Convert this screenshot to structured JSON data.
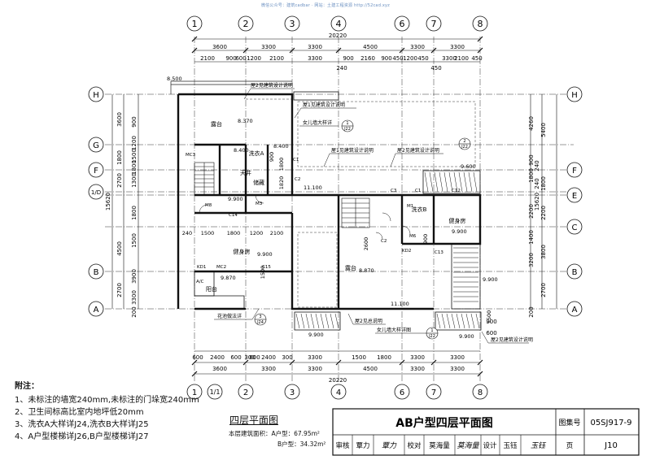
{
  "watermark": "微信公众号：建筑cadbar · 网站：土建工程资源 http://52cad.xyz",
  "axes": {
    "columns": [
      "1",
      "2",
      "3",
      "4",
      "6",
      "7",
      "8"
    ],
    "bottom_columns": [
      "1",
      "1/1",
      "2",
      "3",
      "4",
      "6",
      "7",
      "8"
    ],
    "rows": [
      "H",
      "G",
      "F",
      "1/D",
      "E",
      "C",
      "B",
      "A"
    ]
  },
  "dimensions": {
    "overall": "20220",
    "top_spans": [
      "3600",
      "3300",
      "3300",
      "4500",
      "3300",
      "3300"
    ],
    "top_detail": [
      "2100",
      "900",
      "600",
      "1200",
      "2100",
      "3300",
      "900",
      "2160",
      "900",
      "450",
      "1200",
      "450",
      "3300",
      "2100",
      "450"
    ],
    "top_small": [
      "240",
      "450"
    ],
    "bottom_detail": [
      "600",
      "2400",
      "600",
      "300",
      "600",
      "2400",
      "300",
      "3300",
      "1500",
      "1800",
      "3300",
      "3300"
    ],
    "bottom_spans": [
      "3600",
      "3300",
      "3300",
      "4500",
      "3300",
      "3300"
    ],
    "bottom_side": [
      "900",
      "600"
    ],
    "left_total": "15620",
    "left_spans": [
      "3600",
      "1800",
      "2700",
      "4500",
      "2700",
      "900",
      "1200",
      "1500",
      "1800",
      "1300",
      "1800",
      "1500",
      "3900",
      "3300",
      "200"
    ],
    "right_total": "15620",
    "right_spans": [
      "4260",
      "5400",
      "900",
      "1800",
      "240",
      "1800",
      "240",
      "2200",
      "2200",
      "1400",
      "3800",
      "2700",
      "3200",
      "200"
    ],
    "mid": [
      "240",
      "1500",
      "1800",
      "1200",
      "2100",
      "1800",
      "1820",
      "900",
      "2600",
      "900",
      "1500",
      "1500"
    ]
  },
  "rooms": {
    "terrace_top": "露台",
    "wash_a": "洗衣A",
    "patio": "天井",
    "storage": "储藏",
    "gym_a": "健身房",
    "balcony": "阳台",
    "terrace_mid": "露台",
    "wash_b": "洗衣B",
    "gym_b": "健身房"
  },
  "elevations": {
    "e1": "8.500",
    "e2": "8.370",
    "e3": "8.400",
    "e4": "8.400",
    "e5": "9.900",
    "e6": "9.900",
    "e7": "9.870",
    "e8": "11.100",
    "e9": "9.600",
    "e10": "9.900",
    "e11": "8.870",
    "e12": "9.900",
    "e13": "11.100",
    "e14": "9.900",
    "e15": "9.900"
  },
  "openings": [
    "MC3",
    "M8",
    "M3",
    "C14",
    "KD1",
    "MC2",
    "C15",
    "A/C",
    "C3",
    "C1",
    "M1",
    "M6",
    "KD2",
    "C13",
    "C2",
    "C1",
    "C12",
    "C2"
  ],
  "callouts": {
    "c1": "屋2见建筑设计说明",
    "c2": "屋1见建筑设计说明",
    "c3": "女儿墙大样详",
    "c4": "屋1见建筑设计说明",
    "c5": "屋2见建筑设计说明",
    "c6": "花池做法详",
    "c7": "屋2见总说明",
    "c8": "女儿墙大样详图",
    "c9": "屋2见建筑设计说明",
    "ref_a": "1",
    "ref_a_sheet": "J22",
    "ref_b": "2",
    "ref_b_sheet": "J22",
    "ref_c": "3",
    "ref_c_sheet": "J24",
    "ref_d": "1",
    "ref_d_sheet": "J22"
  },
  "notes": {
    "title": "附注：",
    "items": [
      "1、未标注的墙宽240mm,未标注的门垛宽240mm",
      "2、卫生间标高比室内地坪低20mm",
      "3、洗衣A大样详J24,洗衣B大样详J25",
      "4、A户型楼梯详J26,B户型楼梯详J27"
    ]
  },
  "plan_title": "四层平面图",
  "area": {
    "label": "本层建筑面积：",
    "a": "A户型：67.95m²",
    "b": "B户型：34.32m²"
  },
  "title_block": {
    "drawing_title": "AB户型四层平面图",
    "atlas_label": "图集号",
    "atlas_no": "05SJ917-9",
    "review_label": "审核",
    "reviewer": "覃力",
    "review_sign": "覃力",
    "check_label": "校对",
    "checker": "莫海量",
    "check_sign": "莫海量",
    "design_label": "设计",
    "designer": "玉钰",
    "design_sign": "玉钰",
    "page_label": "页",
    "page_no": "J10"
  },
  "colors": {
    "ink": "#111111",
    "watermark": "#6a8fc0"
  }
}
